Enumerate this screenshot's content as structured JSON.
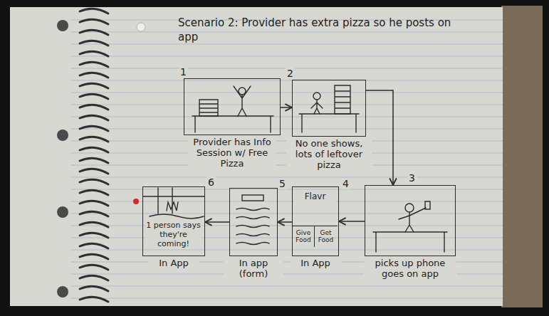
{
  "diagram": {
    "title": "Scenario 2: Provider has extra pizza so he posts on app",
    "nodes": [
      {
        "text": [
          "Provider has Info Session w/ Free Pizza"
        ]
      },
      {
        "text": [
          "No one shows, lots of leftover pizza"
        ]
      },
      {
        "text": [
          "picks up phone goes on app"
        ]
      },
      {
        "text": [
          "Flavr",
          "In App"
        ]
      },
      {
        "text": [
          "Give Food"
        ],
        "in": 3
      },
      {
        "text": [
          "Get Food"
        ],
        "in": 3
      },
      {
        "text": [
          "In app (form)"
        ]
      },
      {
        "text": [
          "1 person says they're coming!",
          "In App"
        ]
      }
    ],
    "edges": [
      {
        "from": 0,
        "to": 1,
        "arrow": "to"
      },
      {
        "from": 1,
        "to": 2,
        "arrow": "to"
      },
      {
        "from": 2,
        "to": 3,
        "arrow": "to"
      },
      {
        "from": 3,
        "to": 6,
        "arrow": "to"
      },
      {
        "from": 6,
        "to": 7,
        "arrow": "to"
      }
    ],
    "labels": [
      "1",
      "2",
      "3",
      "4",
      "5",
      "6"
    ]
  }
}
